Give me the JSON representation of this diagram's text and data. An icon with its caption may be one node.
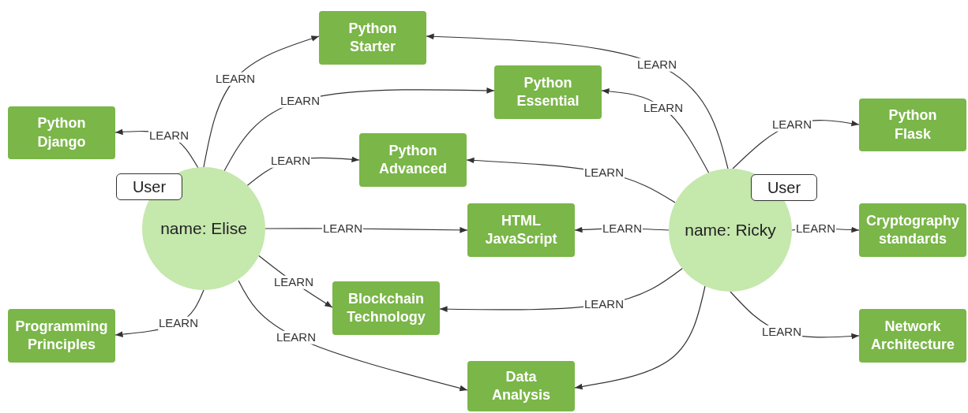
{
  "diagram": {
    "nodes": [
      {
        "text": [
          "Python Starter"
        ]
      },
      {
        "text": [
          "Python Essential"
        ]
      },
      {
        "text": [
          "Python Flask"
        ]
      },
      {
        "text": [
          "Python Django"
        ]
      },
      {
        "text": [
          "Python Advanced"
        ]
      },
      {
        "text": [
          "User"
        ]
      },
      {
        "text": [
          "User"
        ]
      },
      {
        "text": [
          "name: Elise"
        ]
      },
      {
        "text": [
          "name: Ricky"
        ]
      },
      {
        "text": [
          "HTML JavaScript"
        ]
      },
      {
        "text": [
          "Cryptography standards"
        ]
      },
      {
        "text": [
          "Blockchain Technology"
        ]
      },
      {
        "text": [
          "Programming Principles"
        ]
      },
      {
        "text": [
          "Network Architecture"
        ]
      },
      {
        "text": [
          "Data Analysis"
        ]
      }
    ],
    "edges": [
      {
        "from": 7,
        "to": 0,
        "arrow": "to",
        "label": "LEARN"
      },
      {
        "from": 7,
        "to": 1,
        "arrow": "to",
        "label": "LEARN"
      },
      {
        "from": 7,
        "to": 3,
        "arrow": "to",
        "label": "LEARN"
      },
      {
        "from": 7,
        "to": 4,
        "arrow": "to",
        "label": "LEARN"
      },
      {
        "from": 7,
        "to": 9,
        "arrow": "to",
        "label": "LEARN"
      },
      {
        "from": 7,
        "to": 11,
        "arrow": "to",
        "label": "LEARN"
      },
      {
        "from": 7,
        "to": 12,
        "arrow": "to",
        "label": "LEARN"
      },
      {
        "from": 7,
        "to": 14,
        "arrow": "to",
        "label": "LEARN"
      },
      {
        "from": 8,
        "to": 0,
        "arrow": "to",
        "label": "LEARN"
      },
      {
        "from": 8,
        "to": 1,
        "arrow": "to",
        "label": "LEARN"
      },
      {
        "from": 8,
        "to": 2,
        "arrow": "to",
        "label": "LEARN"
      },
      {
        "from": 8,
        "to": 4,
        "arrow": "to",
        "label": "LEARN"
      },
      {
        "from": 8,
        "to": 9,
        "arrow": "to",
        "label": "LEARN"
      },
      {
        "from": 8,
        "to": 10,
        "arrow": "to",
        "label": "LEARN"
      },
      {
        "from": 8,
        "to": 11,
        "arrow": "to",
        "label": "LEARN"
      },
      {
        "from": 8,
        "to": 13,
        "arrow": "to",
        "label": "LEARN"
      },
      {
        "from": 8,
        "to": 14,
        "arrow": "to"
      }
    ]
  }
}
